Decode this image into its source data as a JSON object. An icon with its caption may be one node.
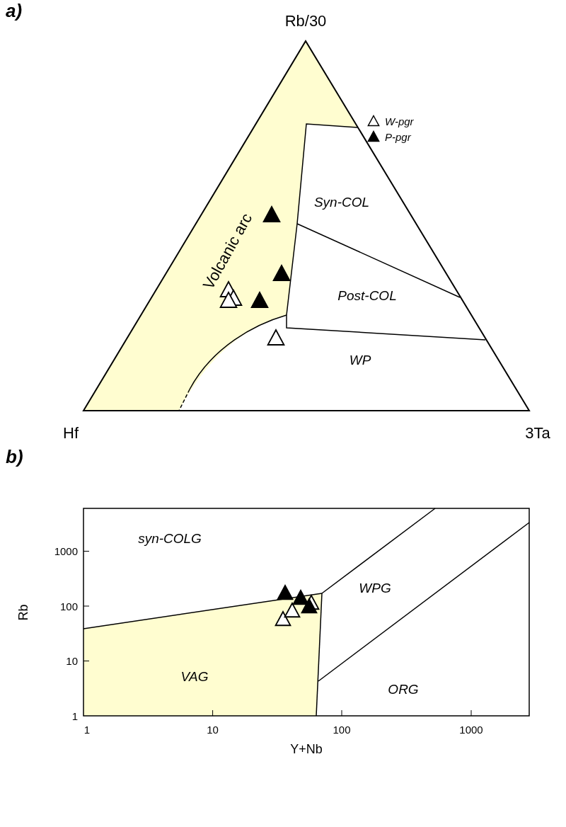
{
  "diagram": {
    "labels": [
      "a)",
      "Rb/30",
      "Syn-COL",
      "Volcanic arc",
      "Post-COL",
      "WP",
      "Hf",
      "3Ta",
      "b)",
      "1000",
      "syn-COLG",
      "WPG",
      "100",
      "Rb",
      "10",
      "VAG",
      "ORG",
      "1",
      "1",
      "10",
      "100",
      "1000",
      "Y+Nb"
    ],
    "legend": [
      {
        "text": "W-pgr"
      },
      {
        "text": "P-pgr"
      }
    ]
  }
}
